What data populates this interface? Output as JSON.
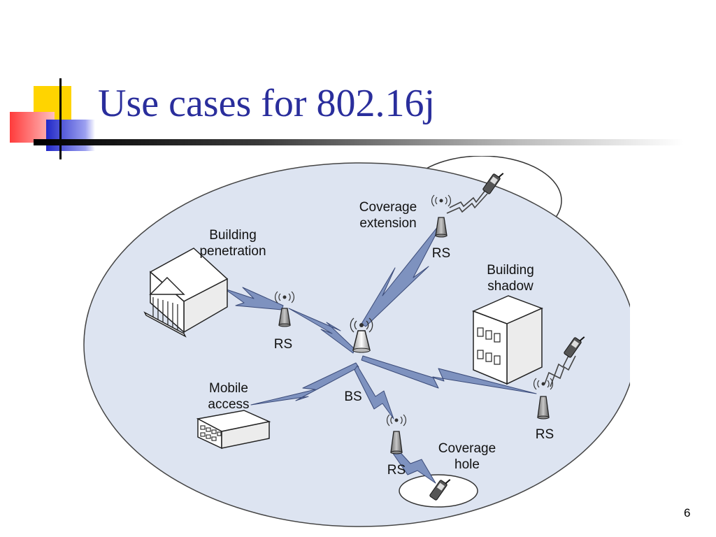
{
  "slide": {
    "title": "Use cases for 802.16j",
    "page_number": "6"
  },
  "diagram": {
    "labels": {
      "coverage_extension": [
        "Coverage",
        "extension"
      ],
      "building_penetration": [
        "Building",
        "penetration"
      ],
      "building_shadow": [
        "Building",
        "shadow"
      ],
      "mobile_access": [
        "Mobile",
        "access"
      ],
      "coverage_hole": [
        "Coverage",
        "hole"
      ],
      "bs": "BS",
      "rs": "RS"
    },
    "colors": {
      "cell_fill": "#dde4f1",
      "link_fill": "#7e92bf",
      "outline": "#333333",
      "title": "#2a2e9c"
    }
  }
}
